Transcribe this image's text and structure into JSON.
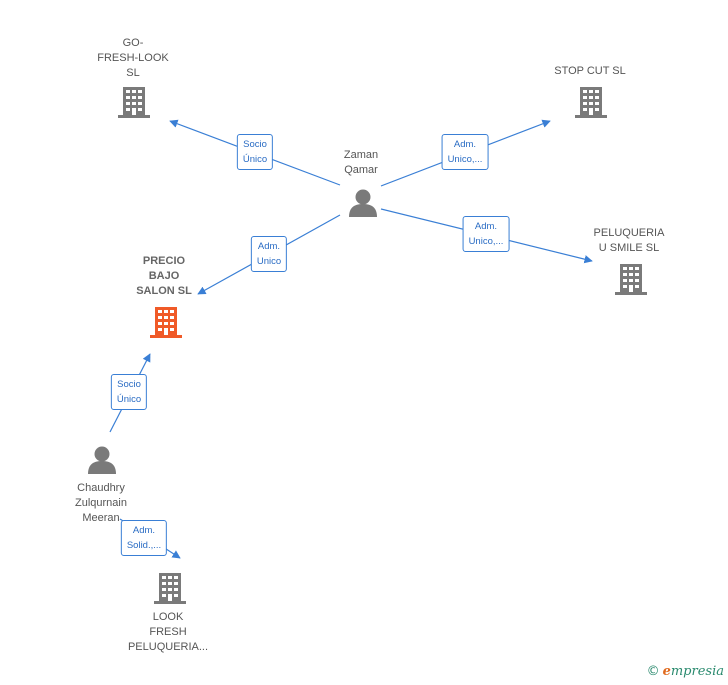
{
  "nodes": [
    {
      "id": "go-fresh-look",
      "label": "GO-\nFRESH-LOOK\nSL",
      "type": "company",
      "highlight": false
    },
    {
      "id": "stop-cut",
      "label": "STOP CUT  SL",
      "type": "company",
      "highlight": false
    },
    {
      "id": "zaman-qamar",
      "label": "Zaman\nQamar",
      "type": "person",
      "highlight": false
    },
    {
      "id": "peluqueria-u-smile",
      "label": "PELUQUERIA\nU SMILE  SL",
      "type": "company",
      "highlight": false
    },
    {
      "id": "precio-bajo-salon",
      "label": "PRECIO\nBAJO\nSALON  SL",
      "type": "company",
      "highlight": true
    },
    {
      "id": "chaudhry-zulqurnain",
      "label": "Chaudhry\nZulqurnain\nMeeran",
      "type": "person",
      "highlight": false
    },
    {
      "id": "look-fresh-peluqueria",
      "label": "LOOK\nFRESH\nPELUQUERIA...",
      "type": "company",
      "highlight": false
    }
  ],
  "edges": [
    {
      "from": "zaman-qamar",
      "to": "go-fresh-look",
      "label": "Socio\nÚnico"
    },
    {
      "from": "zaman-qamar",
      "to": "stop-cut",
      "label": "Adm.\nUnico,..."
    },
    {
      "from": "zaman-qamar",
      "to": "peluqueria-u-smile",
      "label": "Adm.\nUnico,..."
    },
    {
      "from": "zaman-qamar",
      "to": "precio-bajo-salon",
      "label": "Adm.\nUnico"
    },
    {
      "from": "chaudhry-zulqurnain",
      "to": "precio-bajo-salon",
      "label": "Socio\nÚnico"
    },
    {
      "from": "chaudhry-zulqurnain",
      "to": "look-fresh-peluqueria",
      "label": "Adm.\nSolid.,..."
    }
  ],
  "colors": {
    "edge": "#3a7fd5",
    "node": "#7a7a7a",
    "highlight": "#f05a28"
  },
  "footer": {
    "copyright": "©",
    "brand_first": "e",
    "brand_rest": "mpresia"
  }
}
